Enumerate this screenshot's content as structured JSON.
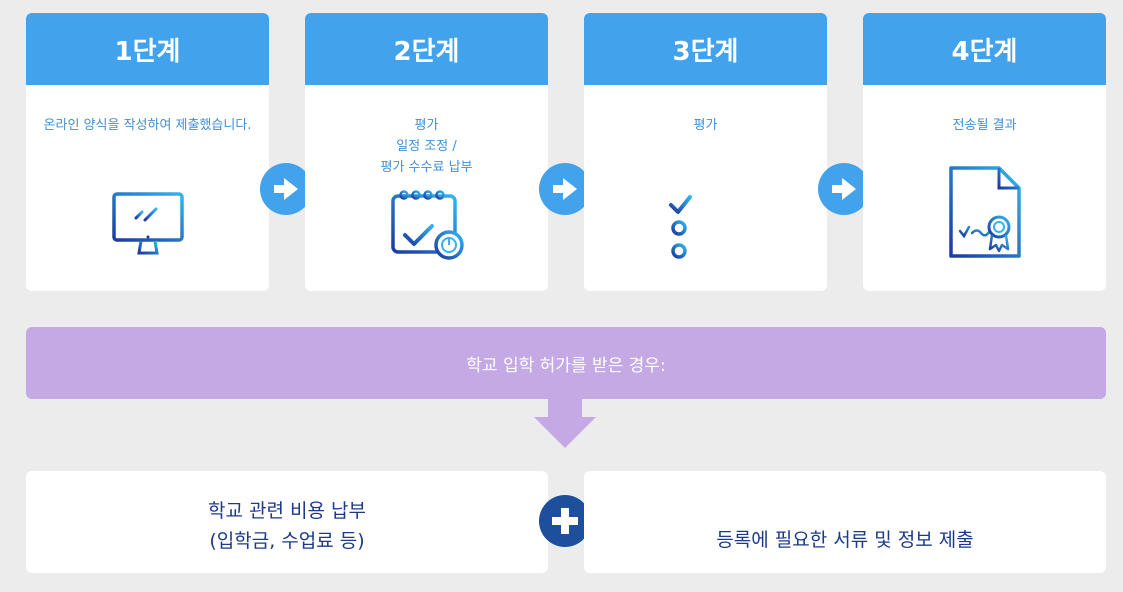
{
  "steps": [
    {
      "title": "1단계",
      "desc": "온라인 양식을 작성하여 제출했습니다.",
      "icon": "monitor-icon"
    },
    {
      "title": "2단계",
      "desc": "평가\n일정 조정 /\n평가 수수료 납부",
      "icon": "calendar-check-icon"
    },
    {
      "title": "3단계",
      "desc": "평가",
      "icon": "checklist-icon"
    },
    {
      "title": "4단계",
      "desc": "전송될 결과",
      "icon": "certificate-icon"
    }
  ],
  "banner": {
    "text": "학교 입학 허가를 받은 경우:"
  },
  "bottom": {
    "left_line1": "학교 관련 비용 납부",
    "left_line2": "(입학금, 수업료 등)",
    "right": "등록에 필요한 서류 및 정보 제출"
  },
  "colors": {
    "header_blue": "#42a2ec",
    "banner_purple": "#c5a9e4",
    "plus_navy": "#1e4f9c",
    "desc_blue": "#3f8fd6",
    "background": "#ececec"
  }
}
